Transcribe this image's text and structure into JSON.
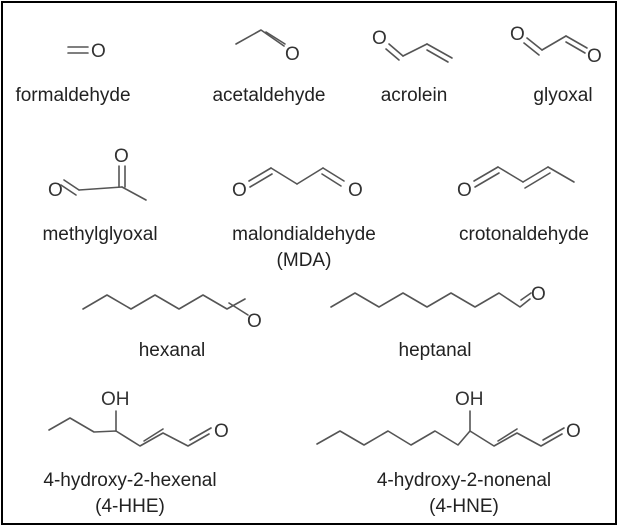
{
  "colors": {
    "bond": "#555555",
    "text": "#222222",
    "border": "#000000",
    "background": "#ffffff"
  },
  "atoms": {
    "oxygen": "O",
    "hydroxyl": "OH"
  },
  "compounds": [
    {
      "key": "formaldehyde",
      "name": "formaldehyde"
    },
    {
      "key": "acetaldehyde",
      "name": "acetaldehyde"
    },
    {
      "key": "acrolein",
      "name": "acrolein"
    },
    {
      "key": "glyoxal",
      "name": "glyoxal"
    },
    {
      "key": "methylglyoxal",
      "name": "methylglyoxal"
    },
    {
      "key": "malondialdehyde",
      "name": "malondialdehyde",
      "abbreviation": "(MDA)"
    },
    {
      "key": "crotonaldehyde",
      "name": "crotonaldehyde"
    },
    {
      "key": "hexanal",
      "name": "hexanal"
    },
    {
      "key": "heptanal",
      "name": "heptanal"
    },
    {
      "key": "hydroxyhexenal",
      "name": "4-hydroxy-2-hexenal",
      "abbreviation": "(4-HHE)"
    },
    {
      "key": "hydroxynonenal",
      "name": "4-hydroxy-2-nonenal",
      "abbreviation": "(4-HNE)"
    }
  ]
}
